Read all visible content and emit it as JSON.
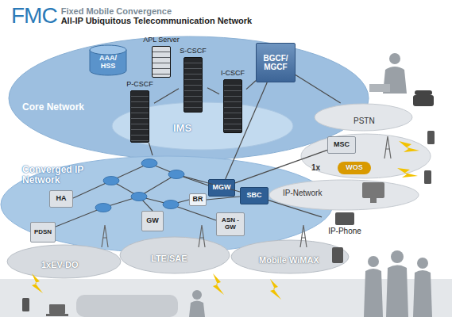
{
  "diagram": {
    "title": "All-IP Ubiquitous Telecommunication Network",
    "nodes": [
      {
        "text": [
          "Core Network"
        ]
      },
      {
        "text": [
          "IMS"
        ],
        "in": 0
      },
      {
        "text": [
          "AAA/ HSS"
        ],
        "in": 0
      },
      {
        "text": [
          "APL Server"
        ],
        "in": 0
      },
      {
        "text": [
          "S-CSCF"
        ],
        "in": 0
      },
      {
        "text": [
          "I-CSCF"
        ],
        "in": 0
      },
      {
        "text": [
          "P-CSCF"
        ],
        "in": 0
      },
      {
        "text": [
          "BGCF/ MGCF"
        ],
        "in": 0
      },
      {
        "text": [
          "Converged IP Network"
        ]
      },
      {
        "text": [
          "HA"
        ],
        "in": 8
      },
      {
        "text": [
          "MGW"
        ],
        "in": 8
      },
      {
        "text": [
          "BR"
        ],
        "in": 8
      },
      {
        "text": [
          "SBC"
        ],
        "in": 8
      },
      {
        "text": [
          "PDSN"
        ]
      },
      {
        "text": [
          "GW"
        ],
        "in": 8
      },
      {
        "text": [
          "ASN -GW"
        ],
        "in": 8
      },
      {
        "text": [
          "PSTN"
        ]
      },
      {
        "text": [
          "1x"
        ]
      },
      {
        "text": [
          "MSC"
        ],
        "in": 17
      },
      {
        "text": [
          "WOS"
        ],
        "in": 17
      },
      {
        "text": [
          "IP-Network"
        ]
      },
      {
        "text": [
          "IP-Phone"
        ]
      },
      {
        "text": [
          "1xEV-DO"
        ]
      },
      {
        "text": [
          "LTE/SAE"
        ]
      },
      {
        "text": [
          "Mobile WiMAX"
        ]
      }
    ],
    "edges": [
      {
        "from": 6,
        "to": 4,
        "arrow": "none"
      },
      {
        "from": 4,
        "to": 5,
        "arrow": "none"
      },
      {
        "from": 5,
        "to": 7,
        "arrow": "none"
      },
      {
        "from": 7,
        "to": 10,
        "arrow": "none"
      },
      {
        "from": 7,
        "to": 16,
        "arrow": "none"
      },
      {
        "from": 10,
        "to": 18,
        "arrow": "none"
      },
      {
        "from": 12,
        "to": 21,
        "arrow": "none"
      },
      {
        "from": 6,
        "to": 8,
        "arrow": "none"
      }
    ],
    "labels": [
      "FMC",
      "Fixed Mobile Convergence"
    ]
  }
}
